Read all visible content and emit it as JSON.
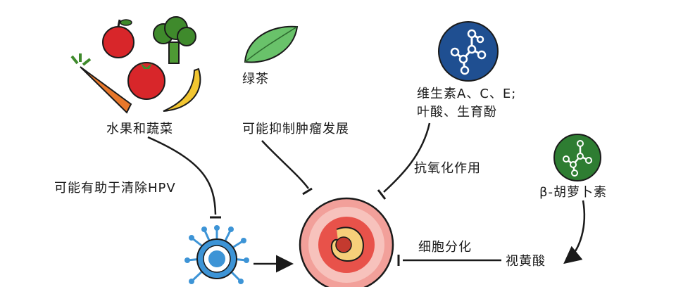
{
  "nodes": {
    "fruits_veg": "水果和蔬菜",
    "green_tea": "绿茶",
    "vitamins_line1": "维生素A、C、E;",
    "vitamins_line2": "叶酸、生育酚",
    "beta_carotene": "β-胡萝卜素",
    "retinoic_acid": "视黄酸"
  },
  "edges": {
    "hpv_clearance": "可能有助于清除HPV",
    "tumor_inhibit": "可能抑制肿瘤发展",
    "antioxidant": "抗氧化作用",
    "differentiation": "细胞分化"
  },
  "colors": {
    "apple": "#d8262a",
    "broccoli": "#3f8a2c",
    "carrot": "#e8772a",
    "banana": "#f2c631",
    "leaf": "#69c26a",
    "molecule_blue": "#1f4f91",
    "molecule_green": "#2e7d32",
    "virus": "#3d94d6",
    "cell_outer": "#f2a09a",
    "cell_inner": "#e8524a",
    "nucleus": "#c43a2f",
    "cytoplasm": "#f6cf7a"
  }
}
